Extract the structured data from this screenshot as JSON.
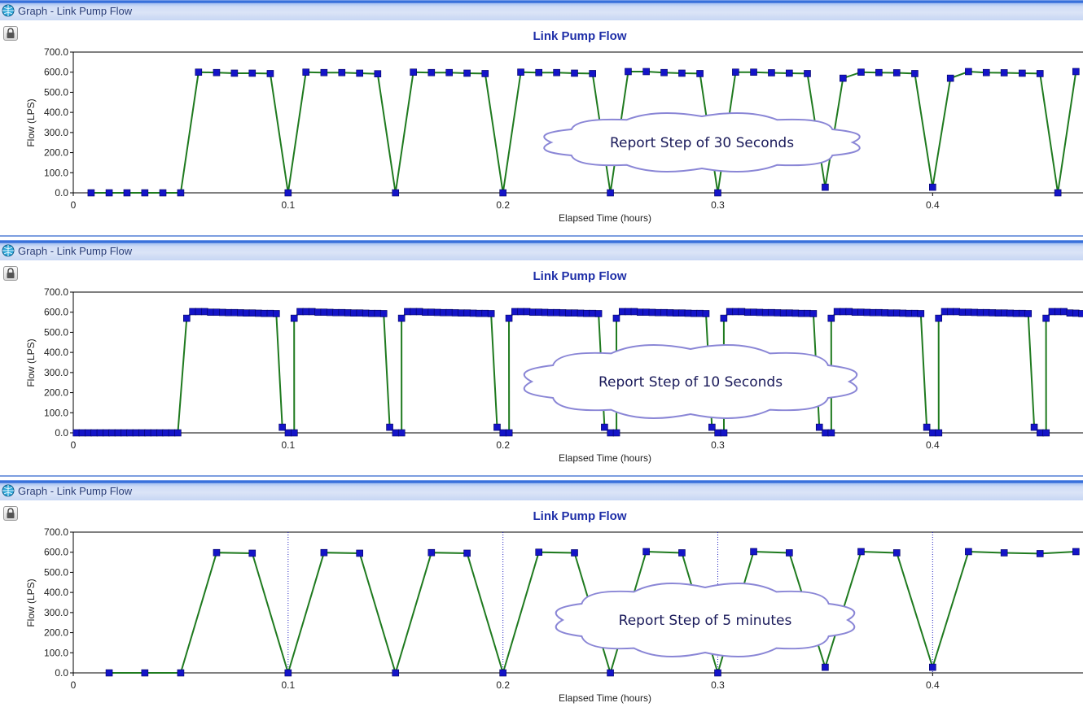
{
  "window_title": "Graph - Link Pump Flow",
  "colors": {
    "line": "#1f7a1f",
    "marker": "#1414c8",
    "title": "#1f2fa8",
    "cloud_fill": "#ffffff",
    "cloud_stroke": "#8a86d6"
  },
  "charts": [
    {
      "type": "line",
      "title": "Link Pump Flow",
      "xlabel": "Elapsed Time (hours)",
      "ylabel": "Flow (LPS)",
      "annotation": "Report Step of 30 Seconds",
      "xlim": [
        0,
        0.47
      ],
      "ylim": [
        0,
        700
      ],
      "xticks": [
        "0",
        "0.1",
        "0.2",
        "0.3",
        "0.4"
      ],
      "yticks": [
        "0.0",
        "100.0",
        "200.0",
        "300.0",
        "400.0",
        "500.0",
        "600.0",
        "700.0"
      ],
      "vertical_gridlines": false,
      "series": [
        {
          "x": [
            0.0083,
            0.0167,
            0.025,
            0.0333,
            0.0417,
            0.05,
            0.0583,
            0.0667,
            0.075,
            0.0833,
            0.0917,
            0.1,
            0.1083,
            0.1167,
            0.125,
            0.1333,
            0.1417,
            0.15,
            0.1583,
            0.1667,
            0.175,
            0.1833,
            0.1917,
            0.2,
            0.2083,
            0.2167,
            0.225,
            0.2333,
            0.2417,
            0.25,
            0.2583,
            0.2667,
            0.275,
            0.2833,
            0.2917,
            0.3,
            0.3083,
            0.3167,
            0.325,
            0.3333,
            0.3417,
            0.35,
            0.3583,
            0.3667,
            0.375,
            0.3833,
            0.3917,
            0.4,
            0.4083,
            0.4167,
            0.425,
            0.4333,
            0.4417,
            0.45,
            0.4583,
            0.4667
          ],
          "y": [
            0,
            0,
            0,
            0,
            0,
            0,
            600,
            598,
            595,
            595,
            593,
            0,
            600,
            598,
            598,
            595,
            592,
            0,
            600,
            598,
            598,
            595,
            593,
            0,
            600,
            598,
            598,
            595,
            593,
            0,
            603,
            603,
            598,
            595,
            593,
            0,
            600,
            600,
            597,
            595,
            593,
            28,
            570,
            600,
            598,
            597,
            593,
            28,
            570,
            603,
            598,
            597,
            595,
            593,
            0,
            603
          ]
        }
      ]
    },
    {
      "type": "line",
      "title": "Link Pump Flow",
      "xlabel": "Elapsed Time (hours)",
      "ylabel": "Flow (LPS)",
      "annotation": "Report Step of 10 Seconds",
      "xlim": [
        0,
        0.47
      ],
      "ylim": [
        0,
        700
      ],
      "xticks": [
        "0",
        "0.1",
        "0.2",
        "0.3",
        "0.4"
      ],
      "yticks": [
        "0.0",
        "100.0",
        "200.0",
        "300.0",
        "400.0",
        "500.0",
        "600.0",
        "700.0"
      ],
      "vertical_gridlines": false,
      "segments": [
        {
          "start": 0.0,
          "end": 0.05,
          "state": "off"
        },
        {
          "start": 0.0528,
          "end": 0.0944,
          "state": "on"
        },
        {
          "start": 0.1028,
          "end": 0.1444,
          "state": "on"
        },
        {
          "start": 0.1528,
          "end": 0.1944,
          "state": "on"
        },
        {
          "start": 0.2028,
          "end": 0.2444,
          "state": "on"
        },
        {
          "start": 0.2528,
          "end": 0.2944,
          "state": "on"
        },
        {
          "start": 0.3028,
          "end": 0.3444,
          "state": "on"
        },
        {
          "start": 0.3528,
          "end": 0.3944,
          "state": "on"
        },
        {
          "start": 0.4028,
          "end": 0.4444,
          "state": "on"
        },
        {
          "start": 0.4528,
          "end": 0.47,
          "state": "on"
        }
      ],
      "step_hours": 0.00278,
      "on_first_value": 570,
      "on_peak_value": 603,
      "on_last_value": 593,
      "off_drop_value": 28
    },
    {
      "type": "line",
      "title": "Link Pump Flow",
      "xlabel": "Elapsed Time (hours)",
      "ylabel": "Flow (LPS)",
      "annotation": "Report Step of 5 minutes",
      "xlim": [
        0,
        0.47
      ],
      "ylim": [
        0,
        700
      ],
      "xticks": [
        "0",
        "0.1",
        "0.2",
        "0.3",
        "0.4"
      ],
      "yticks": [
        "0.0",
        "100.0",
        "200.0",
        "300.0",
        "400.0",
        "500.0",
        "600.0",
        "700.0"
      ],
      "vertical_gridlines": true,
      "series": [
        {
          "x": [
            0.0167,
            0.0333,
            0.05,
            0.0667,
            0.0833,
            0.1,
            0.1167,
            0.1333,
            0.15,
            0.1667,
            0.1833,
            0.2,
            0.2167,
            0.2333,
            0.25,
            0.2667,
            0.2833,
            0.3,
            0.3167,
            0.3333,
            0.35,
            0.3667,
            0.3833,
            0.4,
            0.4167,
            0.4333,
            0.45,
            0.4667
          ],
          "y": [
            0,
            0,
            0,
            598,
            595,
            0,
            598,
            595,
            0,
            598,
            595,
            0,
            600,
            597,
            0,
            603,
            597,
            0,
            603,
            597,
            28,
            603,
            597,
            28,
            603,
            597,
            593,
            603
          ]
        }
      ]
    }
  ]
}
